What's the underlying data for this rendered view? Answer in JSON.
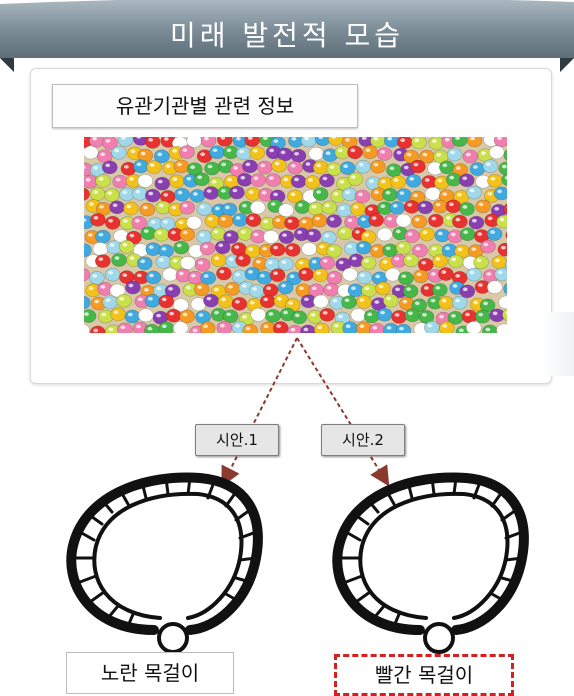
{
  "header": {
    "title": "미래 발전적 모습"
  },
  "panel": {
    "label": "유관기관별 관련 정보"
  },
  "options": [
    {
      "tag": "시안.1",
      "caption": "노란 목걸이"
    },
    {
      "tag": "시안.2",
      "caption": "빨간 목걸이"
    }
  ],
  "colors": {
    "banner": "#6b7e8a",
    "arrow": "#8a3a2e",
    "highlight_border": "#d42020"
  },
  "icons": {
    "necklace": "necklace-icon",
    "beads": "colorful-beads-image"
  }
}
